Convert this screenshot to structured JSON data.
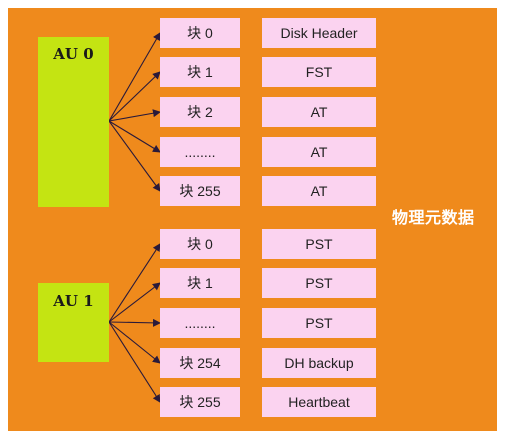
{
  "groups": [
    {
      "au_label": "AU 0",
      "rows": [
        {
          "block": "块 0",
          "content": "Disk Header"
        },
        {
          "block": "块 1",
          "content": "FST"
        },
        {
          "block": "块 2",
          "content": "AT"
        },
        {
          "block": "........",
          "content": "AT"
        },
        {
          "block": "块 255",
          "content": "AT"
        }
      ]
    },
    {
      "au_label": "AU 1",
      "rows": [
        {
          "block": "块 0",
          "content": "PST"
        },
        {
          "block": "块 1",
          "content": "PST"
        },
        {
          "block": "........",
          "content": "PST"
        },
        {
          "block": "块 254",
          "content": "DH backup"
        },
        {
          "block": "块 255",
          "content": "Heartbeat"
        }
      ]
    }
  ],
  "side_label": "物理元数据",
  "colors": {
    "background": "#ef8a1c",
    "au_box": "#c4e412",
    "block_box": "#fbd3f0",
    "side_label": "#ffffff",
    "arrow": "#2a1a3a"
  }
}
